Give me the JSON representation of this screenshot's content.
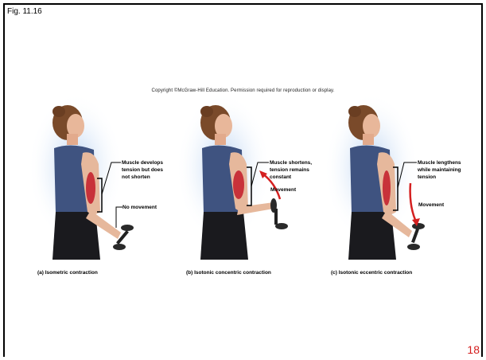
{
  "figure_label": "Fig. 11.16",
  "copyright": "Copyright ©McGraw-Hill Education. Permission required for reproduction or display.",
  "page_number": "18",
  "panels": [
    {
      "caption": "(a)  Isometric contraction",
      "notes": [
        "Muscle develops\ntension but does\nnot shorten",
        "No movement"
      ]
    },
    {
      "caption": "(b)  Isotonic concentric contraction",
      "notes": [
        "Muscle shortens,\ntension remains\nconstant",
        "Movement"
      ]
    },
    {
      "caption": "(c)  Isotonic eccentric contraction",
      "notes": [
        "Muscle lengthens\nwhile maintaining\ntension",
        "Movement"
      ]
    }
  ],
  "colors": {
    "arrow": "#d42020",
    "muscle": "#c8323a",
    "shirt": "#3f5380",
    "glow": "#a9c8ee",
    "page_number": "#d41c1c"
  }
}
